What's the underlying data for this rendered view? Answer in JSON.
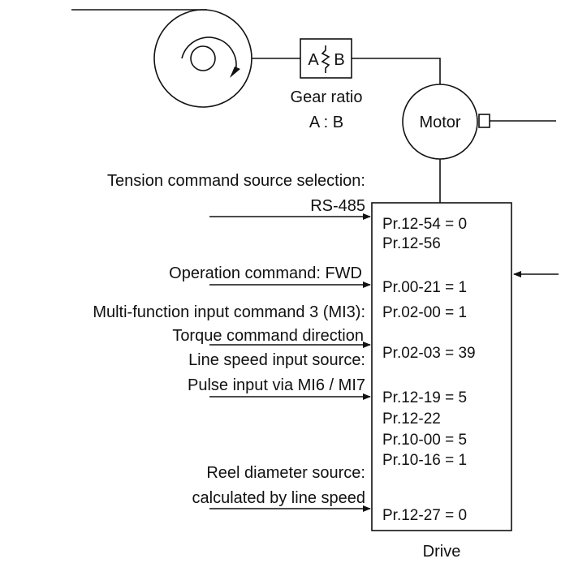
{
  "gear": {
    "a": "A",
    "b": "B",
    "caption_line1": "Gear ratio",
    "caption_line2": "A : B"
  },
  "motor": {
    "label": "Motor"
  },
  "inputs": {
    "tension_title": "Tension command source selection:",
    "tension_value": "RS-485",
    "operation": "Operation command: FWD",
    "mi3_title": "Multi-function input command 3 (MI3):",
    "mi3_value": "Torque command direction",
    "line_speed_title": "Line speed input source:",
    "line_speed_value": "Pulse input via MI6 / MI7",
    "reel_title": "Reel diameter source:",
    "reel_value": "calculated by line speed"
  },
  "params": [
    "Pr.12-54 = 0",
    "Pr.12-56",
    "Pr.00-21 = 1",
    "Pr.02-00 = 1",
    "Pr.02-03 = 39",
    "Pr.12-19 = 5",
    "Pr.12-22",
    "Pr.10-00 = 5",
    "Pr.10-16 = 1",
    "Pr.12-27 = 0"
  ],
  "drive": {
    "label": "Drive"
  }
}
